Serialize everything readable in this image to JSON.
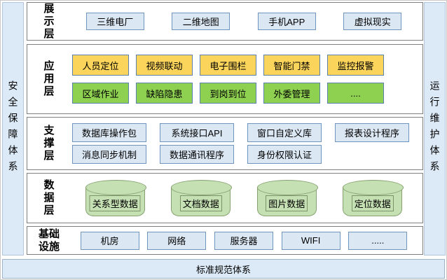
{
  "diagram": {
    "left_system": "安全保障体系",
    "right_system": "运行维护体系",
    "bottom_system": "标准规范体系",
    "layers": [
      {
        "label": "展示层",
        "items": [
          "三维电厂",
          "二维地图",
          "手机APP",
          "虚拟现实"
        ]
      },
      {
        "label": "应用层",
        "rows": [
          [
            "人员定位",
            "视频联动",
            "电子围栏",
            "智能门禁",
            "监控报警"
          ],
          [
            "区域作业",
            "缺陷隐患",
            "到岗到位",
            "外委管理",
            "...."
          ]
        ]
      },
      {
        "label": "支撑层",
        "rows": [
          [
            "数据库操作包",
            "系统接口API",
            "窗口自定义库",
            "报表设计程序"
          ],
          [
            "消息同步机制",
            "数据通讯程序",
            "身份权限认证"
          ]
        ]
      },
      {
        "label": "数据层",
        "items": [
          "关系型数据",
          "文档数据",
          "图片数据",
          "定位数据"
        ]
      },
      {
        "label": "基础设施",
        "items": [
          "机房",
          "网络",
          "服务器",
          "WIFI",
          "....."
        ]
      }
    ],
    "colors": {
      "presentation_box_fill": "#dbe7f3",
      "presentation_box_border": "#6f94bd",
      "application_yellow_fill": "#fbd45c",
      "application_green_fill": "#8ed050",
      "application_box_border": "#5a80ae",
      "cylinder_fill": "#c5e0b3",
      "cylinder_border": "#86a070",
      "side_system_fill": "#dce9f6",
      "panel_border": "#7f7f7f"
    }
  }
}
